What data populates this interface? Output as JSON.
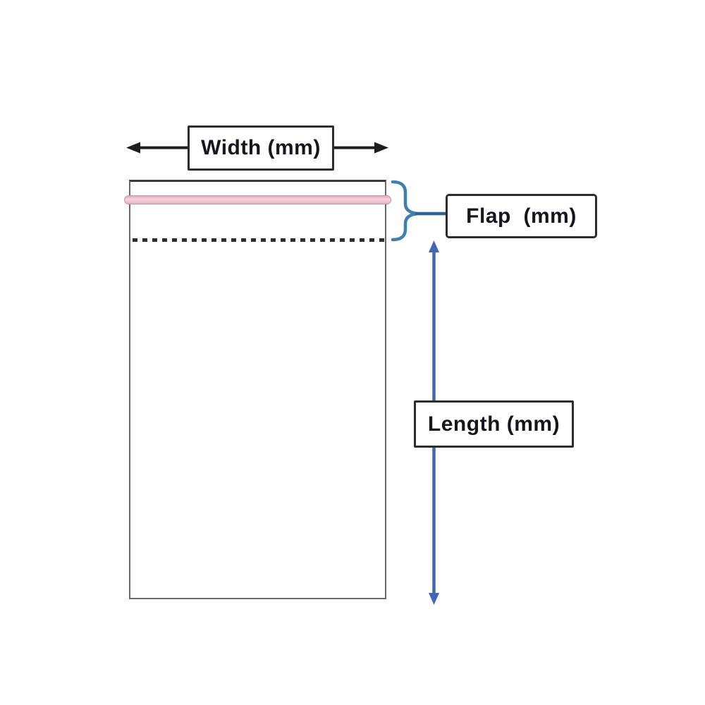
{
  "diagram": {
    "type": "bag-dimension-diagram",
    "subject": "self-seal clear bag with adhesive flap",
    "labels": {
      "width": "Width (mm)",
      "flap": "Flap  (mm)",
      "length": "Length (mm)"
    },
    "parts": {
      "bag_body": "bag outline rectangle",
      "adhesive_strip": "pink adhesive tape strip",
      "fold_line": "dotted fold line marking flap boundary"
    },
    "colors": {
      "dimension_arrow_black": "#1d1d1d",
      "flap_brace_blue": "#3e7fae",
      "flap_connector_blue": "#2e6495",
      "length_arrow_blue": "#4467b5",
      "adhesive_strip_fill": "#f4ccd7",
      "adhesive_strip_border": "#c295a6",
      "bag_outline_gray": "#6a6a6a",
      "label_box_border": "#2d2d2d",
      "fold_line_color": "#2e2e2e"
    }
  }
}
